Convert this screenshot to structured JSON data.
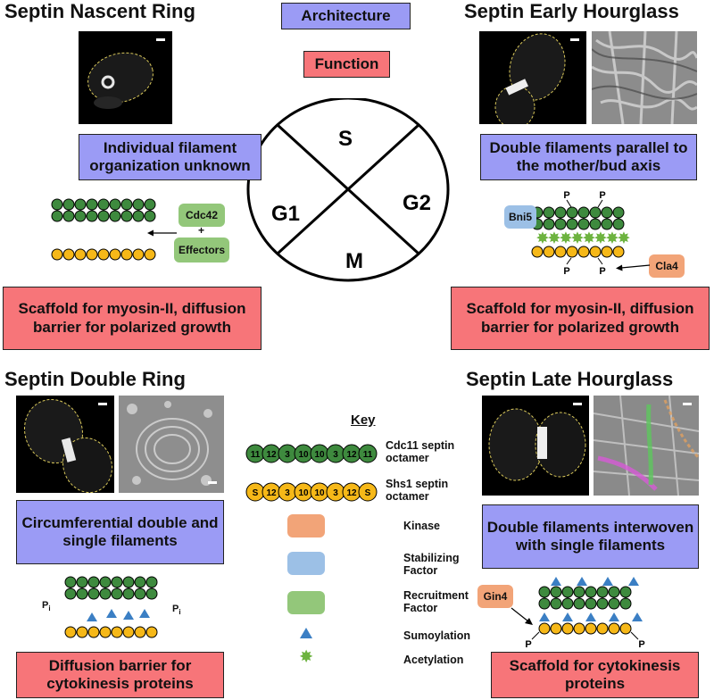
{
  "header": {
    "architecture": "Architecture",
    "function": "Function"
  },
  "cycle": {
    "s": "S",
    "g1": "G1",
    "g2": "G2",
    "m": "M"
  },
  "panels": {
    "nascent": {
      "title": "Septin Nascent Ring",
      "arch": "Individual filament organization unknown",
      "func": "Scaffold for myosin-II, diffusion barrier for polarized growth",
      "cdc42": "Cdc42",
      "plus": "+",
      "effectors": "Effectors"
    },
    "early": {
      "title": "Septin Early Hourglass",
      "arch": "Double filaments parallel to the mother/bud axis",
      "func": "Scaffold for myosin-II, diffusion barrier for polarized growth",
      "bni5": "Bni5",
      "cla4": "Cla4",
      "p": "P"
    },
    "double": {
      "title": "Septin Double Ring",
      "arch": "Circumferential double and single filaments",
      "func": "Diffusion barrier for cytokinesis proteins",
      "pi": "P",
      "pi_sub": "i"
    },
    "late": {
      "title": "Septin Late Hourglass",
      "arch": "Double filaments interwoven with single filaments",
      "func": "Scaffold for cytokinesis proteins",
      "gin4": "Gin4",
      "p": "P"
    }
  },
  "key": {
    "title": "Key",
    "cdc11_beads": [
      "11",
      "12",
      "3",
      "10",
      "10",
      "3",
      "12",
      "11"
    ],
    "cdc11_label": "Cdc11 septin octamer",
    "shs1_beads": [
      "S",
      "12",
      "3",
      "10",
      "10",
      "3",
      "12",
      "S"
    ],
    "shs1_label": "Shs1 septin octamer",
    "kinase": "Kinase",
    "stabilizing": "Stabilizing Factor",
    "recruitment": "Recruitment Factor",
    "sumoylation": "Sumoylation",
    "acetylation": "Acetylation"
  },
  "colors": {
    "architecture": "#9b9bf5",
    "function": "#f77579",
    "cdc11_bead": "#3e8a3e",
    "shs1_bead": "#f6b818",
    "kinase": "#f2a478",
    "stabilizing": "#9cc0e6",
    "recruitment": "#93c77a",
    "sumo": "#3b7fc4",
    "acetyl": "#6db33f"
  }
}
